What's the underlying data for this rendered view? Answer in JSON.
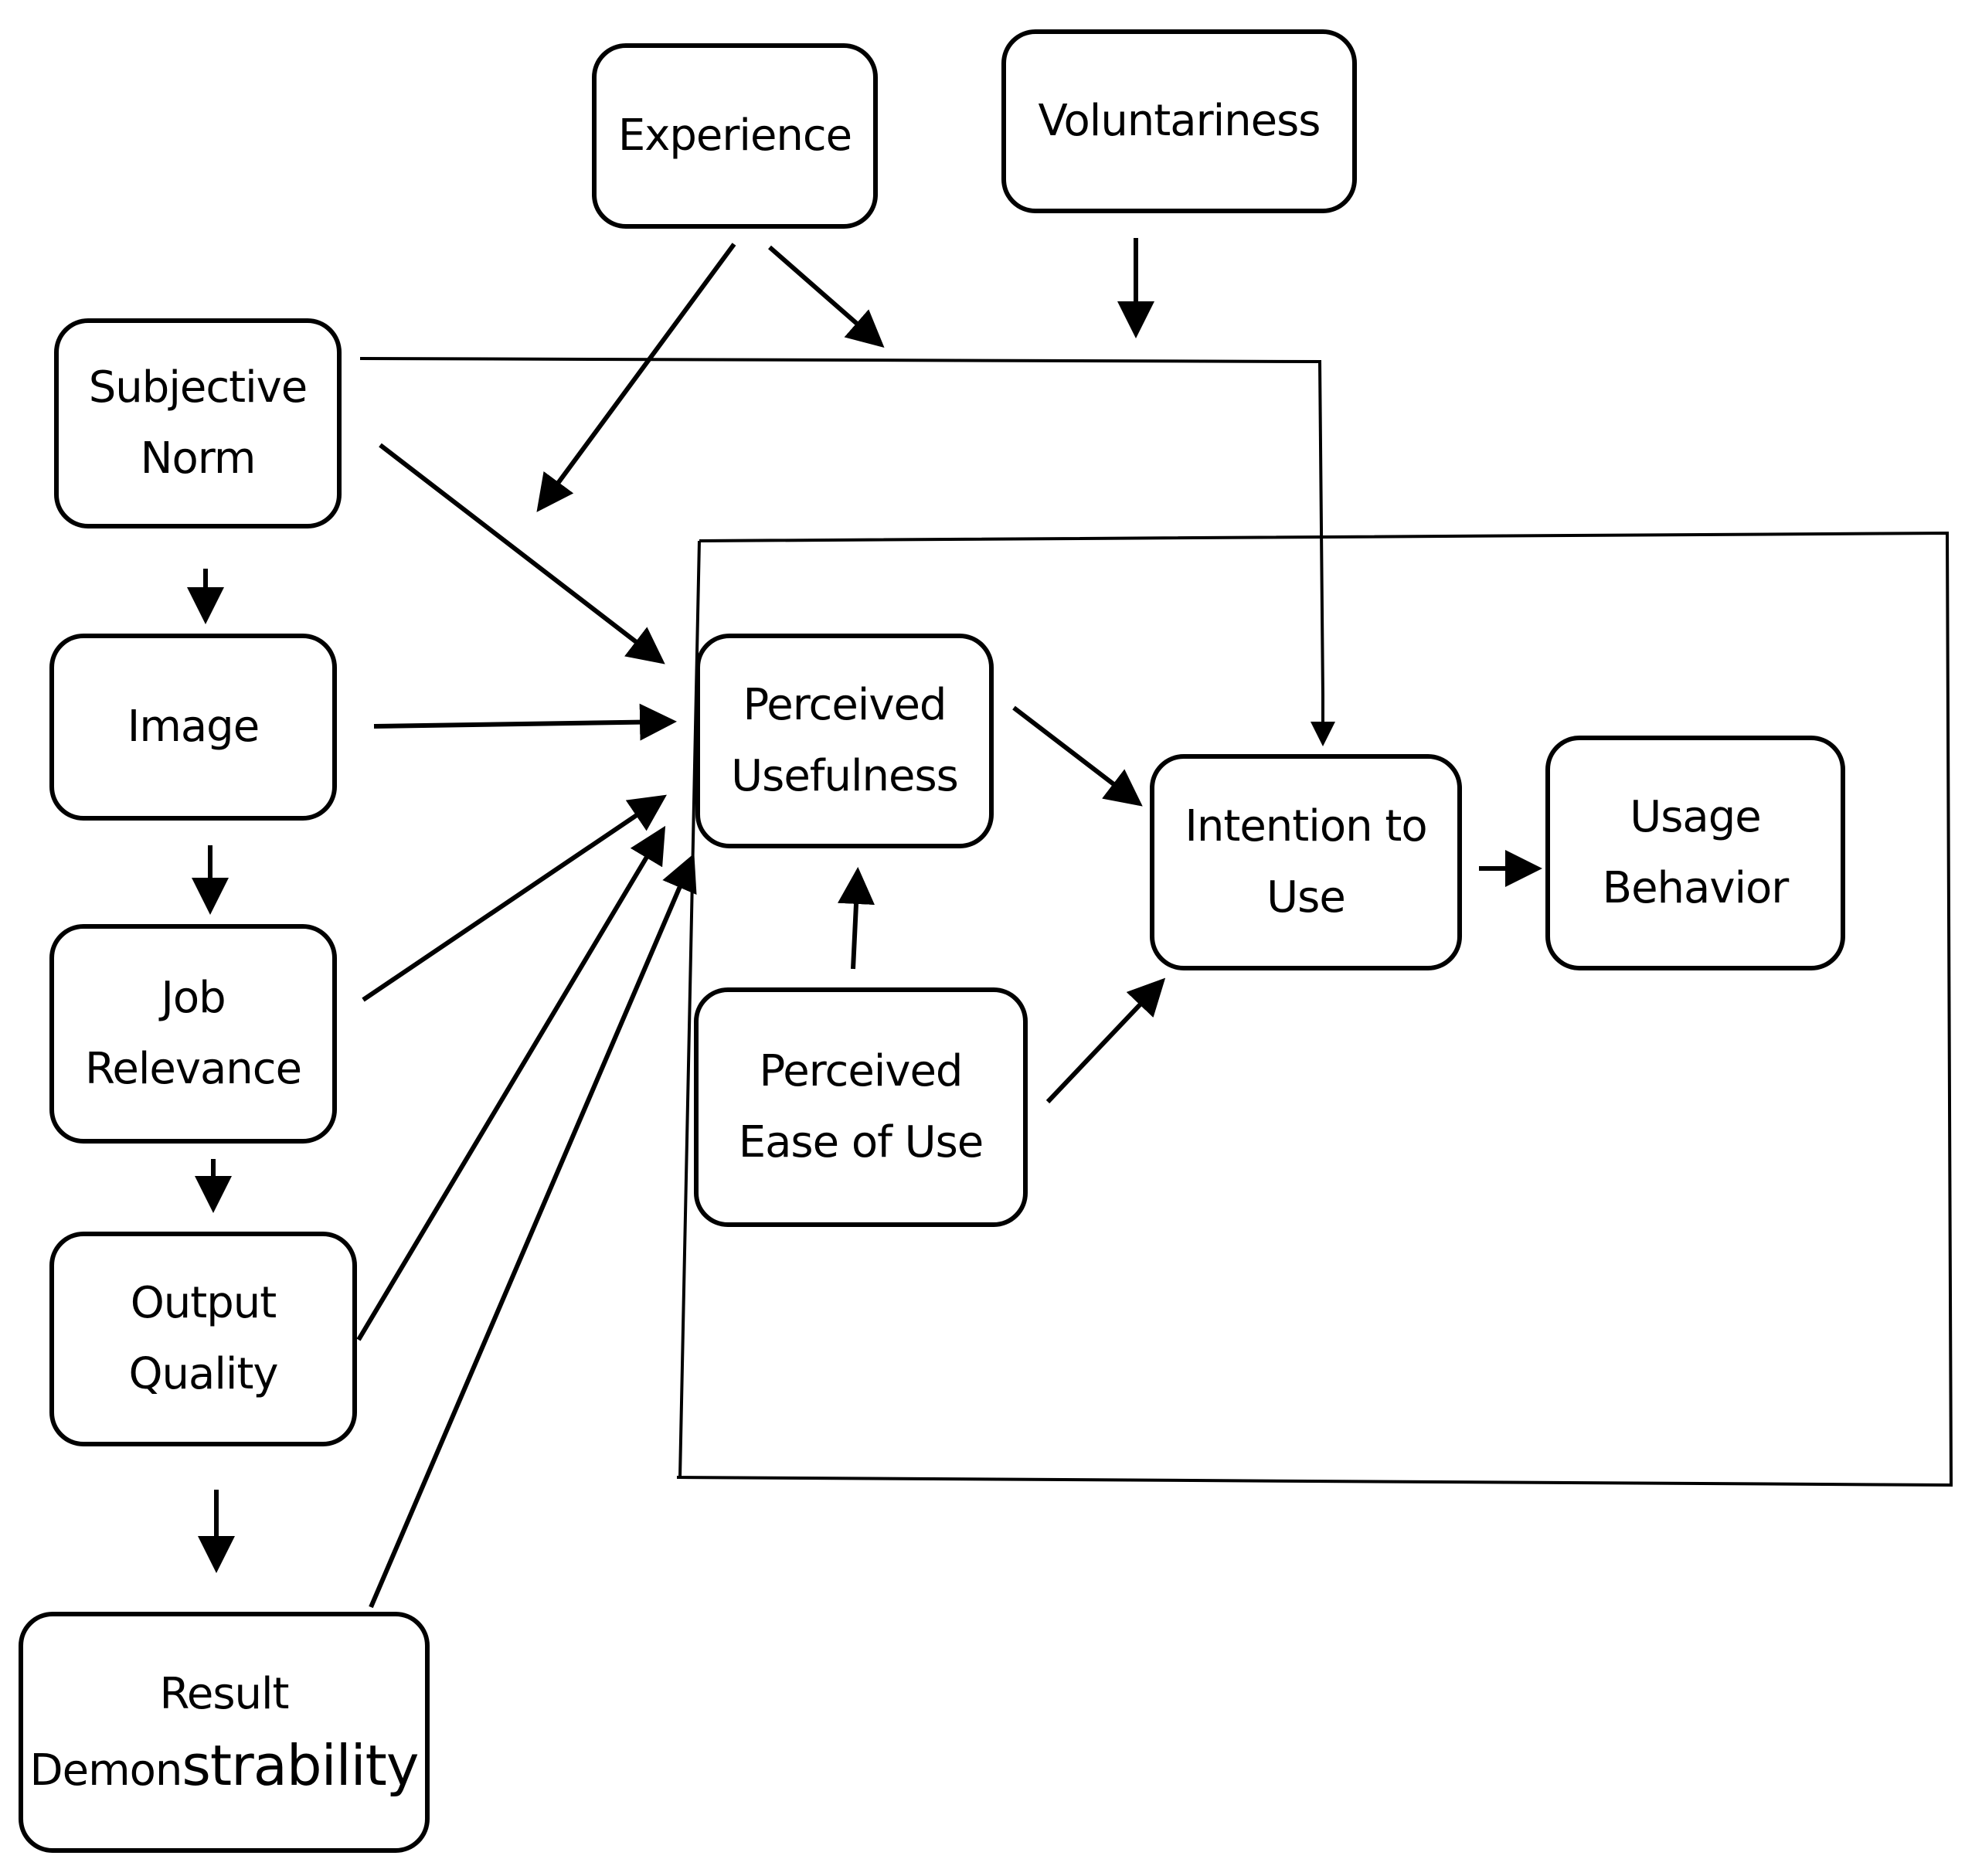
{
  "nodes": {
    "experience": "Experience",
    "voluntariness": "Voluntariness",
    "subjective_norm": "Subjective\nNorm",
    "image": "Image",
    "job_relevance": "Job\nRelevance",
    "output_quality": "Output\nQuality",
    "result_line1": "Result",
    "result_line2a": "Demon",
    "result_line2b": "strability",
    "perceived_usefulness": "Perceived\nUsefulness",
    "perceived_ease_of_use": "Perceived\nEase of Use",
    "intention_to_use": "Intention to\nUse",
    "usage_behavior": "Usage\nBehavior"
  }
}
